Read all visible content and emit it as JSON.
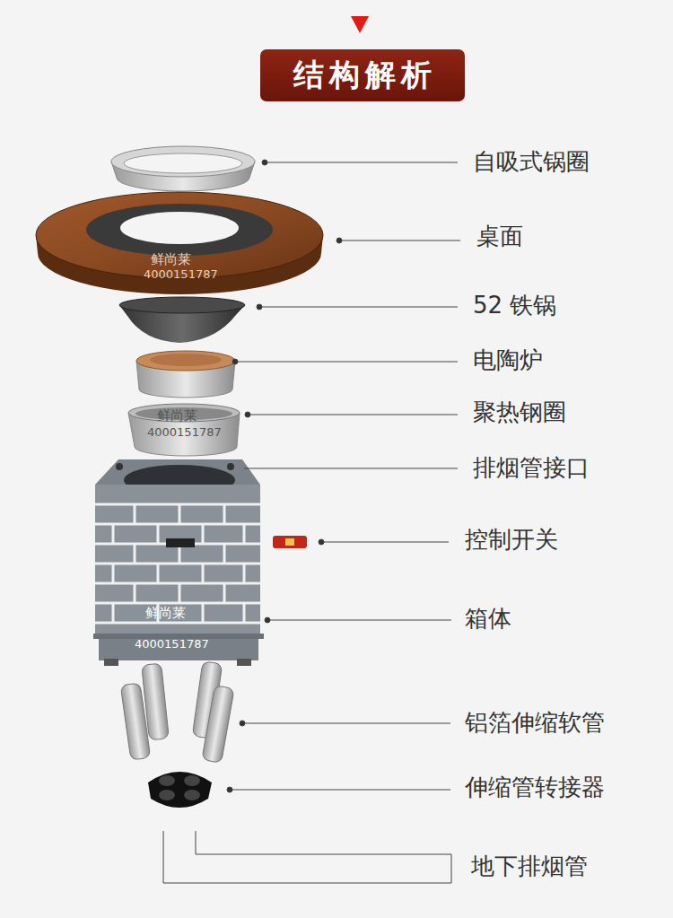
{
  "diagram": {
    "title": "结构解析",
    "labels": [
      "自吸式锅圈",
      "桌面",
      "52 铁锅",
      "电陶炉",
      "聚热钢圈",
      "排烟管接口",
      "控制开关",
      "箱体",
      "铝箔伸缩软管",
      "伸缩管转接器",
      "地下排烟管",
      "鲜尚莱",
      "4000151787",
      "鲜尚莱",
      "4000151787",
      "鲜尚莱",
      "4000151787"
    ]
  }
}
